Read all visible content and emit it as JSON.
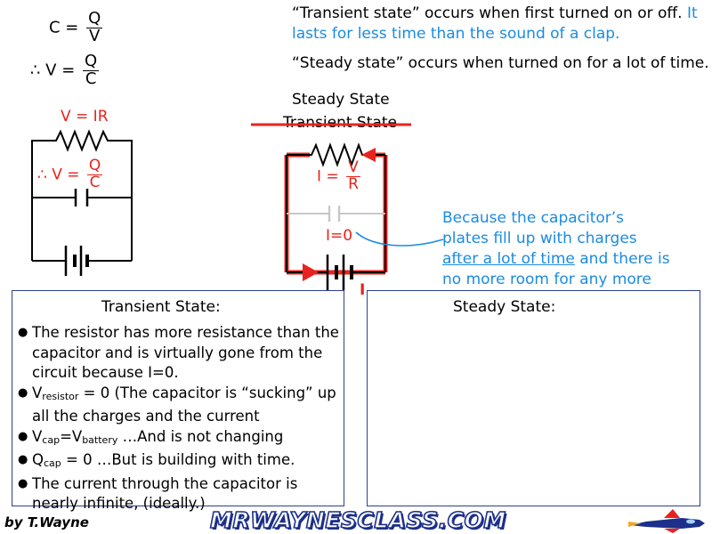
{
  "formulas": {
    "c_lhs": "C =",
    "c_num": "Q",
    "c_den": "V",
    "v_lhs": "∴ V =",
    "v_num": "Q",
    "v_den": "C"
  },
  "left_circuit": {
    "v_ir": "V = IR",
    "therefore_v": "∴ V =",
    "q": "Q",
    "c": "C"
  },
  "right_circuit": {
    "steady_state": "Steady State",
    "transient_state": "Transient State",
    "i_eq": "I =",
    "v": "V",
    "r": "R",
    "i_zero": "I=0",
    "i_label": "I"
  },
  "top_text": {
    "transient_part1": "“Transient state” occurs when first turned on or off.",
    "transient_part2": "It lasts for less time than the sound of a clap.",
    "steady": "“Steady state” occurs when turned on for a lot of time."
  },
  "annotation": {
    "part1": "Because the capacitor’s plates fill up with charges ",
    "underlined": "after a lot of time",
    "part2": " and there is no more room for any more charges."
  },
  "transient_box": {
    "title": "Transient State:",
    "b1": "The resistor has more resistance than the capacitor and is virtually gone from the circuit because I=0.",
    "b2_v": "V",
    "b2_sub": "resistor",
    "b2_rest": " = 0 (The capacitor is “sucking” up all the charges and the current",
    "b3_v1": "V",
    "b3_sub1": "cap",
    "b3_eq": "=V",
    "b3_sub2": "battery",
    "b3_rest": " …And is not changing",
    "b4_q": "Q",
    "b4_sub": "cap",
    "b4_rest": " = 0 …But is building with time.",
    "b5": "The current through the capacitor is nearly infinite, (ideally.)"
  },
  "steady_box": {
    "title": "Steady State:"
  },
  "footer": {
    "by": "by T.Wayne",
    "logo": "MRWAYNESCLASS.COM"
  },
  "colors": {
    "red": "#e8231d",
    "blue": "#1b8be0",
    "box_border": "#2e3f8f",
    "logo_stroke": "#1c2f8a"
  }
}
